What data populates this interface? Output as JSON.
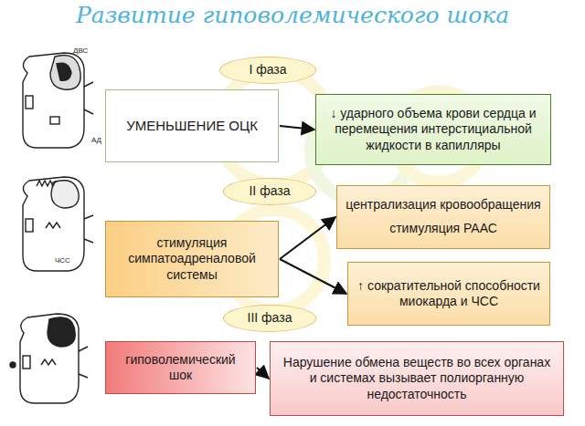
{
  "diagram": {
    "title": "Развитие гиповолемического шока",
    "nodes": [
      {
        "text": [
          "I фаза"
        ]
      },
      {
        "text": [
          "УМЕНЬШЕНИЕ ОЦК"
        ]
      },
      {
        "text": [
          "↓ ударного объема крови сердца и перемещения интерстициальной жидкости в капилляры"
        ]
      },
      {
        "text": [
          "II фаза"
        ]
      },
      {
        "text": [
          "стимуляция симпатоадреналовой системы"
        ]
      },
      {
        "text": [
          "централизация кровообращения",
          "стимуляция РААС"
        ]
      },
      {
        "text": [
          "↑ сократительной способности миокарда и ЧСС"
        ]
      },
      {
        "text": [
          "III фаза"
        ]
      },
      {
        "text": [
          "гиповолемический шок"
        ]
      },
      {
        "text": [
          "Нарушение обмена веществ во всех органах и системах вызывает полиорганную недостаточность"
        ]
      }
    ],
    "edges": [
      {
        "from": 1,
        "to": 2,
        "arrow": "to"
      },
      {
        "from": 4,
        "to": 5,
        "arrow": "to"
      },
      {
        "from": 4,
        "to": 6,
        "arrow": "to"
      },
      {
        "from": 8,
        "to": 9,
        "arrow": "to"
      }
    ],
    "labels": [
      "ДВС",
      "АД",
      "ЧСС"
    ]
  }
}
